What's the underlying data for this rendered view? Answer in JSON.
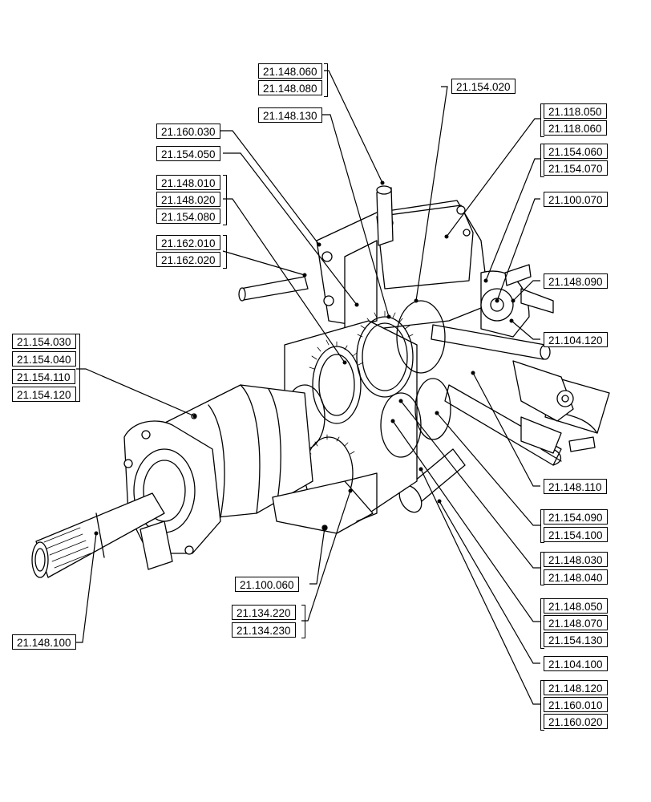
{
  "callouts": {
    "c01": "21.148.060",
    "c02": "21.148.080",
    "c03": "21.154.020",
    "c04": "21.148.130",
    "c05": "21.118.050",
    "c06": "21.118.060",
    "c07": "21.160.030",
    "c08": "21.154.060",
    "c09": "21.154.070",
    "c10": "21.154.050",
    "c11": "21.100.070",
    "c12": "21.148.010",
    "c13": "21.148.020",
    "c14": "21.154.080",
    "c15": "21.162.010",
    "c16": "21.162.020",
    "c17": "21.148.090",
    "c18": "21.104.120",
    "c19": "21.154.030",
    "c20": "21.154.040",
    "c21": "21.154.110",
    "c22": "21.154.120",
    "c23": "21.148.110",
    "c24": "21.154.090",
    "c25": "21.154.100",
    "c26": "21.148.030",
    "c27": "21.148.040",
    "c28": "21.100.060",
    "c29": "21.148.050",
    "c30": "21.148.070",
    "c31": "21.134.220",
    "c32": "21.134.230",
    "c33": "21.154.130",
    "c34": "21.148.100",
    "c35": "21.104.100",
    "c36": "21.148.120",
    "c37": "21.160.010",
    "c38": "21.160.020"
  }
}
